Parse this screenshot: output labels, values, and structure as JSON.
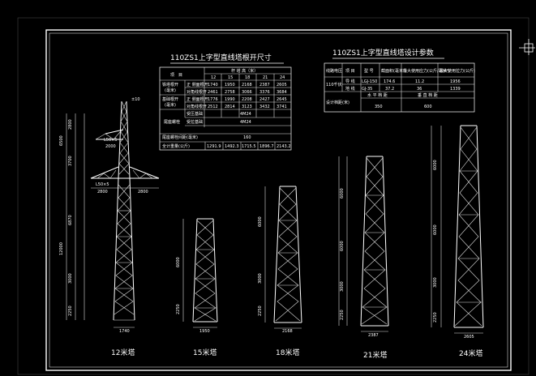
{
  "title_left": "110ZS1上字型直线塔根开尺寸",
  "title_right": "110ZS1上字型直线塔设计参数",
  "left_table": {
    "header_item": "项　目",
    "header_height": "杆 塔 高（米）",
    "heights": [
      "12",
      "15",
      "18",
      "21",
      "24"
    ],
    "rows": [
      {
        "group": "铁塔根开",
        "unit": "(毫米)",
        "sub": "正 侧面根开",
        "values": [
          "1740",
          "1950",
          "2168",
          "2387",
          "2605"
        ]
      },
      {
        "group": "",
        "unit": "",
        "sub": "对角线根开",
        "values": [
          "2461",
          "2758",
          "3066",
          "3376",
          "3684"
        ]
      },
      {
        "group": "基础根开",
        "unit": "(毫米)",
        "sub": "正 侧面根开",
        "values": [
          "1776",
          "1990",
          "2208",
          "2427",
          "2645"
        ]
      },
      {
        "group": "",
        "unit": "",
        "sub": "对角线根开",
        "values": [
          "2512",
          "2814",
          "3123",
          "3432",
          "3741"
        ]
      }
    ],
    "anchor_label": "尾座螺栓",
    "anchor_rows": [
      {
        "sub": "受压基础",
        "value": "4M24"
      },
      {
        "sub": "受拉基础",
        "value": "4M24"
      }
    ],
    "bolt_dist_label": "尾座螺栓间距(毫米)",
    "bolt_dist_value": "160",
    "weight_label": "全计重量(公斤)",
    "weights": [
      "1291.9",
      "1492.3",
      "1715.5",
      "1896.7",
      "2143.2"
    ]
  },
  "right_table": {
    "headers": [
      "线路电压",
      "项 目",
      "型 号",
      "截面积(毫米²)",
      "最大使用应力(公斤/毫米²)",
      "最大使用拉力(公斤)"
    ],
    "voltage": "110千伏",
    "rows": [
      {
        "item": "导 线",
        "model": "LGJ-150",
        "area": "174.6",
        "stress": "11.2",
        "tension": "1956"
      },
      {
        "item": "地 线",
        "model": "GJ-35",
        "area": "37.2",
        "stress": "36",
        "tension": "1339"
      }
    ],
    "span_label": "设计档距(米)",
    "span_headers": [
      "水 平 档 距",
      "垂 直 档 距"
    ],
    "span_values": [
      "350",
      "600"
    ]
  },
  "towers": [
    {
      "label": "12米塔",
      "base": "1740",
      "dims": [
        "2800",
        "3700",
        "6500",
        "12000",
        "6870",
        "3000",
        "2250"
      ],
      "arm_dims": [
        "2800",
        "2800"
      ],
      "arm_note1": "L50×5",
      "arm_note2": "2000",
      "arm_note3": "L50×5"
    },
    {
      "label": "15米塔",
      "base": "1950",
      "dims": [
        "6000",
        "2250"
      ]
    },
    {
      "label": "18米塔",
      "base": "2168",
      "dims": [
        "6000",
        "3000",
        "2250"
      ]
    },
    {
      "label": "21米塔",
      "base": "2387",
      "dims": [
        "6000",
        "6000",
        "3000",
        "2250"
      ]
    },
    {
      "label": "24米塔",
      "base": "2605",
      "dims": [
        "6000",
        "6000",
        "3000",
        "2250"
      ]
    }
  ],
  "top_tag": "±10",
  "colors": {
    "background": "#000000",
    "lines": "#ffffff"
  },
  "corner_icon": "crosshair-box-icon"
}
